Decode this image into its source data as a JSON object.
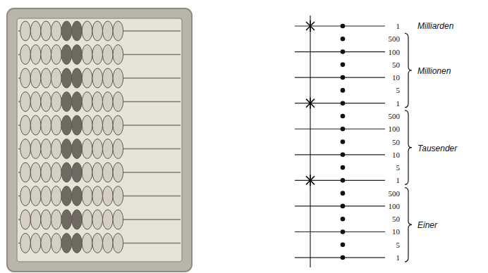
{
  "diagram": {
    "labels": [
      "1",
      "Milliarden",
      "500",
      "100",
      "50",
      "10",
      "5",
      "1",
      "Millionen",
      "500",
      "100",
      "50",
      "10",
      "5",
      "1",
      "Tausender",
      "500",
      "100",
      "50",
      "10",
      "5",
      "1",
      "Einer"
    ]
  }
}
